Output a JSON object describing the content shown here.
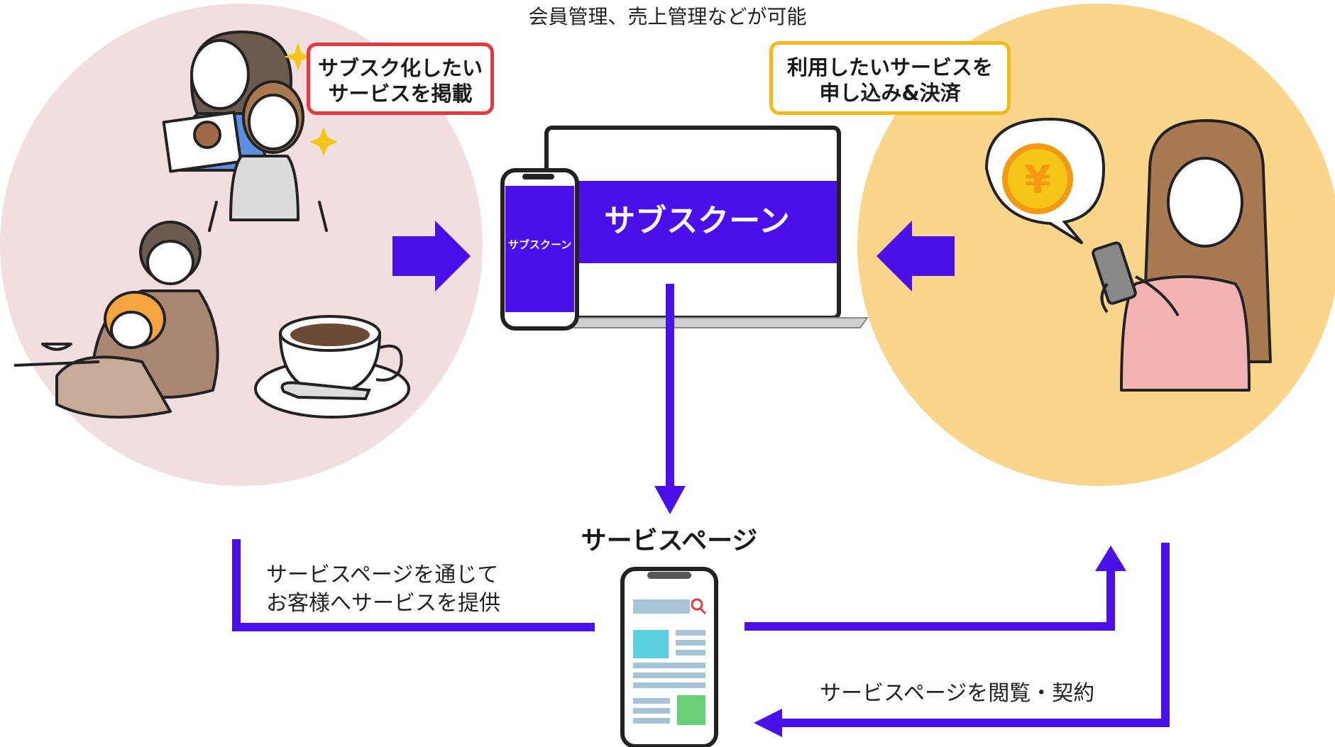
{
  "header": {
    "caption": "会員管理、売上管理などが可能"
  },
  "provider": {
    "label_line1": "サブスク化したい",
    "label_line2": "サービスを掲載"
  },
  "customer": {
    "label_line1": "利用したいサービスを",
    "label_line2": "申し込み&決済"
  },
  "platform": {
    "laptop_brand": "サブスクーン",
    "phone_brand": "サブスクーン"
  },
  "service_page": {
    "title": "サービスページ"
  },
  "flows": {
    "provide_line1": "サービスページを通じて",
    "provide_line2": "お客様へサービスを提供",
    "browse": "サービスページを閲覧・契約"
  },
  "colors": {
    "accent": "#4B0FEA",
    "provider_circle": "#F2DEDF",
    "customer_circle": "#FAD68C",
    "provider_border": "#E8373F",
    "customer_border": "#F5B81C"
  }
}
